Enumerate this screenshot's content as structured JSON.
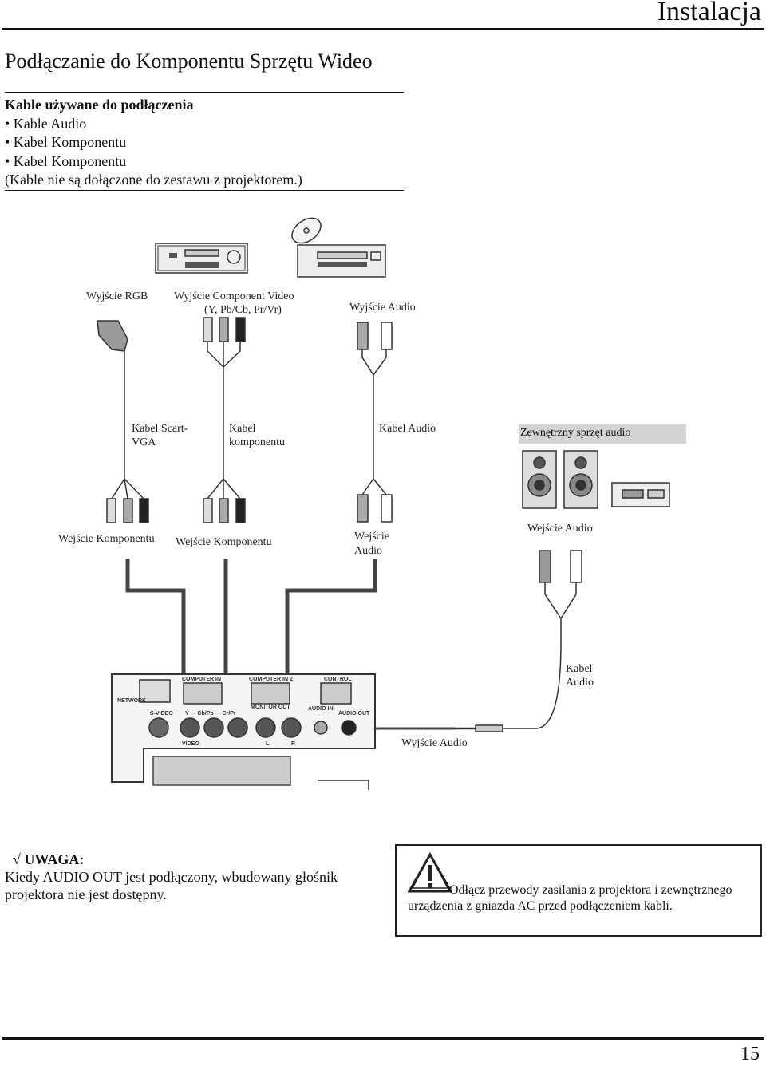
{
  "header": {
    "title": "Instalacja"
  },
  "section": {
    "title": "Podłączanie do Komponentu Sprzętu Wideo"
  },
  "cables": {
    "heading": "Kable używane do podłączenia",
    "items": [
      "• Kable Audio",
      "• Kabel Komponentu",
      "• Kabel Komponentu"
    ],
    "note": "(Kable nie są dołączone do zestawu z projektorem.)"
  },
  "diagram": {
    "out_rgb": "Wyjście RGB",
    "out_component_1": "Wyjście Component Video",
    "out_component_2": "(Y, Pb/Cb, Pr/Vr)",
    "out_audio_top": "Wyjście Audio",
    "cable_scart_1": "Kabel Scart-",
    "cable_scart_2": "VGA",
    "cable_component_1": "Kabel",
    "cable_component_2": "komponentu",
    "cable_audio_mid": "Kabel Audio",
    "ext_audio": "Zewnętrzny sprzęt audio",
    "in_component_1": "Wejście Komponentu",
    "in_component_2": "Wejście Komponentu",
    "in_audio_1": "Wejście",
    "in_audio_2": "Audio",
    "in_audio_right": "Wejście Audio",
    "cable_audio_right_1": "Kabel",
    "cable_audio_right_2": "Audio",
    "out_audio_bottom": "Wyjście Audio",
    "panel_labels": {
      "computer_in": "COMPUTER IN",
      "computer_in_2": "COMPUTER IN 2",
      "control": "CONTROL",
      "network": "NETWORK",
      "svideo": "S-VIDEO",
      "video": "VIDEO",
      "component": "Y — Cb/Pb — Cr/Pr",
      "monitor_out": "MONITOR OUT",
      "audio_in": "AUDIO IN",
      "audio_out": "AUDIO OUT",
      "left": "L",
      "right": "R"
    }
  },
  "note": {
    "title": "√  UWAGA:",
    "text": "Kiedy AUDIO OUT jest podłączony, wbudowany głośnik projektora nie jest dostępny."
  },
  "warning": {
    "text": "Odłącz przewody zasilania z projektora i zewnętrznego urządzenia z gniazda AC przed podłączeniem kabli."
  },
  "footer": {
    "page_number": "15"
  }
}
